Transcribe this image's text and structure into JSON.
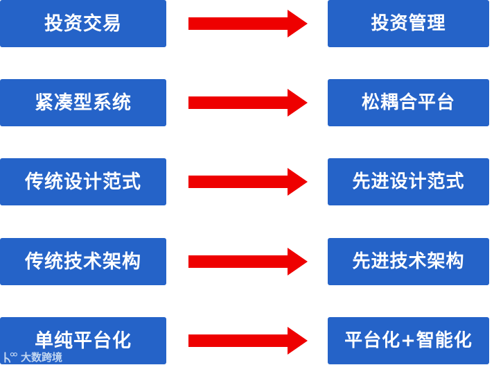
{
  "diagram": {
    "title": "",
    "colors": {
      "box_fill": "#2563c8",
      "box_text": "#ffffff",
      "arrow": "#ee0000",
      "background": "#ffffff"
    },
    "arrow_icon_name": "right-arrow-icon",
    "rows": [
      {
        "from": "投资交易",
        "arrow": "→",
        "to": "投资管理"
      },
      {
        "from": "紧凑型系统",
        "arrow": "→",
        "to": "松耦合平台"
      },
      {
        "from": "传统设计范式",
        "arrow": "→",
        "to": "先进设计范式"
      },
      {
        "from": "传统技术架构",
        "arrow": "→",
        "to": "先进技术架构"
      },
      {
        "from": "单纯平台化",
        "arrow": "→",
        "to": "平台化+智能化"
      }
    ]
  },
  "watermark": {
    "text": "大数跨境",
    "logo_name": "dashu-kuajing-logo-icon"
  }
}
